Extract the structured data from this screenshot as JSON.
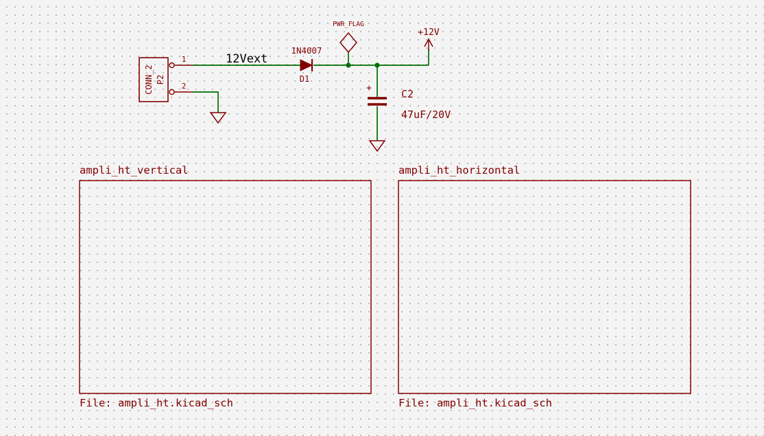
{
  "colors": {
    "background": "#f4f4f4",
    "grid_dot": "#b5b5b5",
    "wire_green": "#007000",
    "component_maroon": "#840000",
    "net_label_black": "#000000"
  },
  "connector": {
    "name": "CONN_2",
    "ref": "P2",
    "pin1": "1",
    "pin2": "2"
  },
  "net_label": "12Vext",
  "diode": {
    "value": "1N4007",
    "ref": "D1"
  },
  "pwr_flag": "PWR_FLAG",
  "power_rail": "+12V",
  "capacitor": {
    "plus": "+",
    "ref": "C2",
    "value": "47uF/20V"
  },
  "sheets": [
    {
      "name": "ampli_ht_vertical",
      "file": "File: ampli_ht.kicad_sch"
    },
    {
      "name": "ampli_ht_horizontal",
      "file": "File: ampli_ht.kicad_sch"
    }
  ]
}
